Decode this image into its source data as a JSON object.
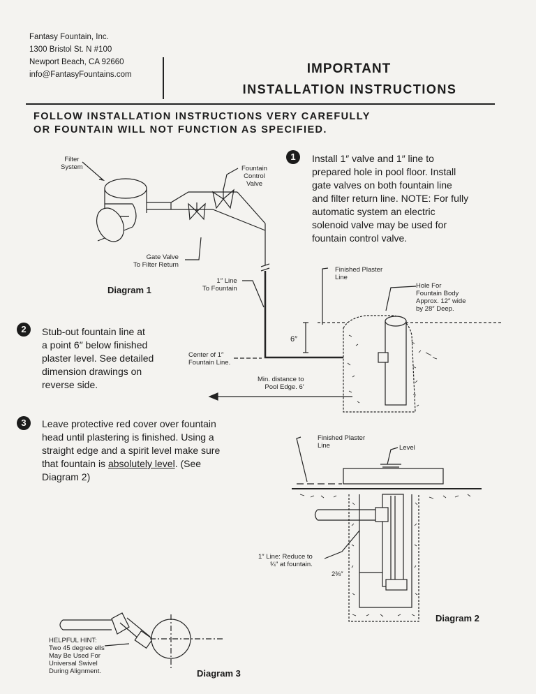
{
  "company": {
    "name": "Fantasy Fountain, Inc.",
    "address1": "1300 Bristol St. N #100",
    "address2": "Newport Beach, CA 92660",
    "email": "info@FantasyFountains.com"
  },
  "header": {
    "title1": "IMPORTANT",
    "title2": "INSTALLATION INSTRUCTIONS"
  },
  "warning": {
    "line1": "FOLLOW INSTALLATION INSTRUCTIONS VERY CAREFULLY",
    "line2": "OR FOUNTAIN WILL NOT FUNCTION AS SPECIFIED."
  },
  "steps": [
    {
      "number": "1",
      "lines": [
        "Install 1″ valve and 1″ line to",
        "prepared hole in pool floor. Install",
        "gate valves on both fountain line",
        "and filter return line. NOTE: For fully",
        "automatic system an electric",
        "solenoid valve may be used for",
        "fountain control valve."
      ]
    },
    {
      "number": "2",
      "lines": [
        "Stub-out fountain line at",
        "a point  6″ below finished",
        "plaster level. See detailed",
        "dimension drawings on",
        "reverse side."
      ]
    },
    {
      "number": "3",
      "line1": "Leave protective red cover over fountain",
      "line2": "head until plastering is finished. Using a",
      "line3": "straight edge and a spirit level make sure",
      "line4_pre": "that fountain is ",
      "line4_underline": "absolutely level",
      "line4_post": ". (See",
      "line5": "Diagram 2)"
    }
  ],
  "diagram1": {
    "title": "Diagram 1",
    "labels": {
      "filter_system": [
        "Filter",
        "System"
      ],
      "control_valve": [
        "Fountain",
        "Control",
        "Valve"
      ],
      "gate_valve": [
        "Gate Valve",
        "To Filter Return"
      ],
      "one_inch_line": [
        "1″ Line",
        "To Fountain"
      ],
      "finished_plaster": [
        "Finished Plaster",
        "Line"
      ],
      "hole_for": [
        "Hole For",
        "Fountain Body",
        "Approx. 12″ wide",
        "by 28″ Deep."
      ],
      "six_inch": "6″",
      "center_line": [
        "Center of 1″",
        "Fountain Line."
      ],
      "min_distance": [
        "Min. distance to",
        "Pool Edge. 6′"
      ]
    }
  },
  "diagram2": {
    "title": "Diagram 2",
    "labels": {
      "finished_plaster": [
        "Finished Plaster",
        "Line"
      ],
      "level": "Level",
      "reduce": [
        "1″ Line: Reduce to",
        "¾″ at fountain."
      ],
      "dim": "2⅜″"
    }
  },
  "diagram3": {
    "title": "Diagram 3",
    "hint": [
      "HELPFUL HINT:",
      "Two 45 degree ells",
      "May Be Used For",
      "Universal Swivel",
      "During Alignment."
    ]
  }
}
